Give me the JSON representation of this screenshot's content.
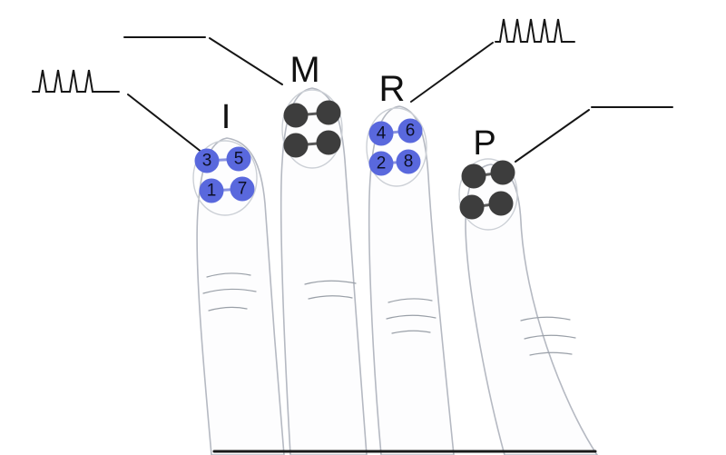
{
  "diagram": {
    "name": "Fingertip electrode stimulation diagram",
    "fingers": [
      {
        "label": "I",
        "stimulated": true,
        "electrodes": [
          {
            "n": "3"
          },
          {
            "n": "5"
          },
          {
            "n": "1"
          },
          {
            "n": "7"
          }
        ]
      },
      {
        "label": "M",
        "stimulated": false,
        "electrodes": []
      },
      {
        "label": "R",
        "stimulated": true,
        "electrodes": [
          {
            "n": "4"
          },
          {
            "n": "6"
          },
          {
            "n": "2"
          },
          {
            "n": "8"
          }
        ]
      },
      {
        "label": "P",
        "stimulated": false,
        "electrodes": []
      }
    ],
    "traces": [
      {
        "target": "I",
        "kind": "spike-train",
        "spike_count": 4,
        "position": "top-left"
      },
      {
        "target": "M",
        "kind": "flat-line",
        "spike_count": 0,
        "position": "top-center-left"
      },
      {
        "target": "R",
        "kind": "spike-train",
        "spike_count": 5,
        "position": "top-right"
      },
      {
        "target": "P",
        "kind": "flat-line",
        "spike_count": 0,
        "position": "right"
      }
    ]
  },
  "colors": {
    "electrode_blue": "#5968dd",
    "electrode_blue_link": "#8a94e2",
    "electrode_dark": "#3d3d3d",
    "electrode_dark_link": "#5a5a5a",
    "electrode_number": "#0d1026",
    "line": "#151515",
    "finger_fill": "#fdfdfe",
    "finger_outline": "#b5b9c2",
    "background": "#ffffff"
  }
}
